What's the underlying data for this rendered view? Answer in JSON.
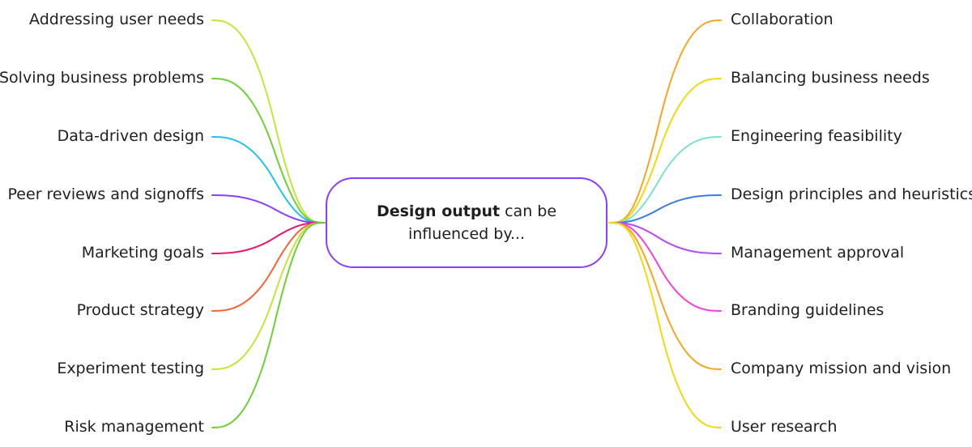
{
  "center": {
    "bold": "Design output",
    "rest": " can be influenced by...",
    "border_color": "#8a3ffc"
  },
  "left_branches": [
    {
      "label": "Addressing user needs",
      "color": "#c4e538"
    },
    {
      "label": "Solving business problems",
      "color": "#6fcf3a"
    },
    {
      "label": "Data-driven design",
      "color": "#22c1ee"
    },
    {
      "label": "Peer reviews and signoffs",
      "color": "#8a3ffc"
    },
    {
      "label": "Marketing goals",
      "color": "#e8176f"
    },
    {
      "label": "Product strategy",
      "color": "#f2653a"
    },
    {
      "label": "Experiment testing",
      "color": "#c4e538"
    },
    {
      "label": "Risk management",
      "color": "#6fcf3a"
    }
  ],
  "right_branches": [
    {
      "label": "Collaboration",
      "color": "#f5a623"
    },
    {
      "label": "Balancing business needs",
      "color": "#f0d90f"
    },
    {
      "label": "Engineering feasibility",
      "color": "#7ee0cf"
    },
    {
      "label": "Design principles and heuristics",
      "color": "#3b7be8"
    },
    {
      "label": "Management approval",
      "color": "#b44cf0"
    },
    {
      "label": "Branding guidelines",
      "color": "#f043d8"
    },
    {
      "label": "Company mission and vision",
      "color": "#f5a623"
    },
    {
      "label": "User research",
      "color": "#f0d90f"
    }
  ]
}
